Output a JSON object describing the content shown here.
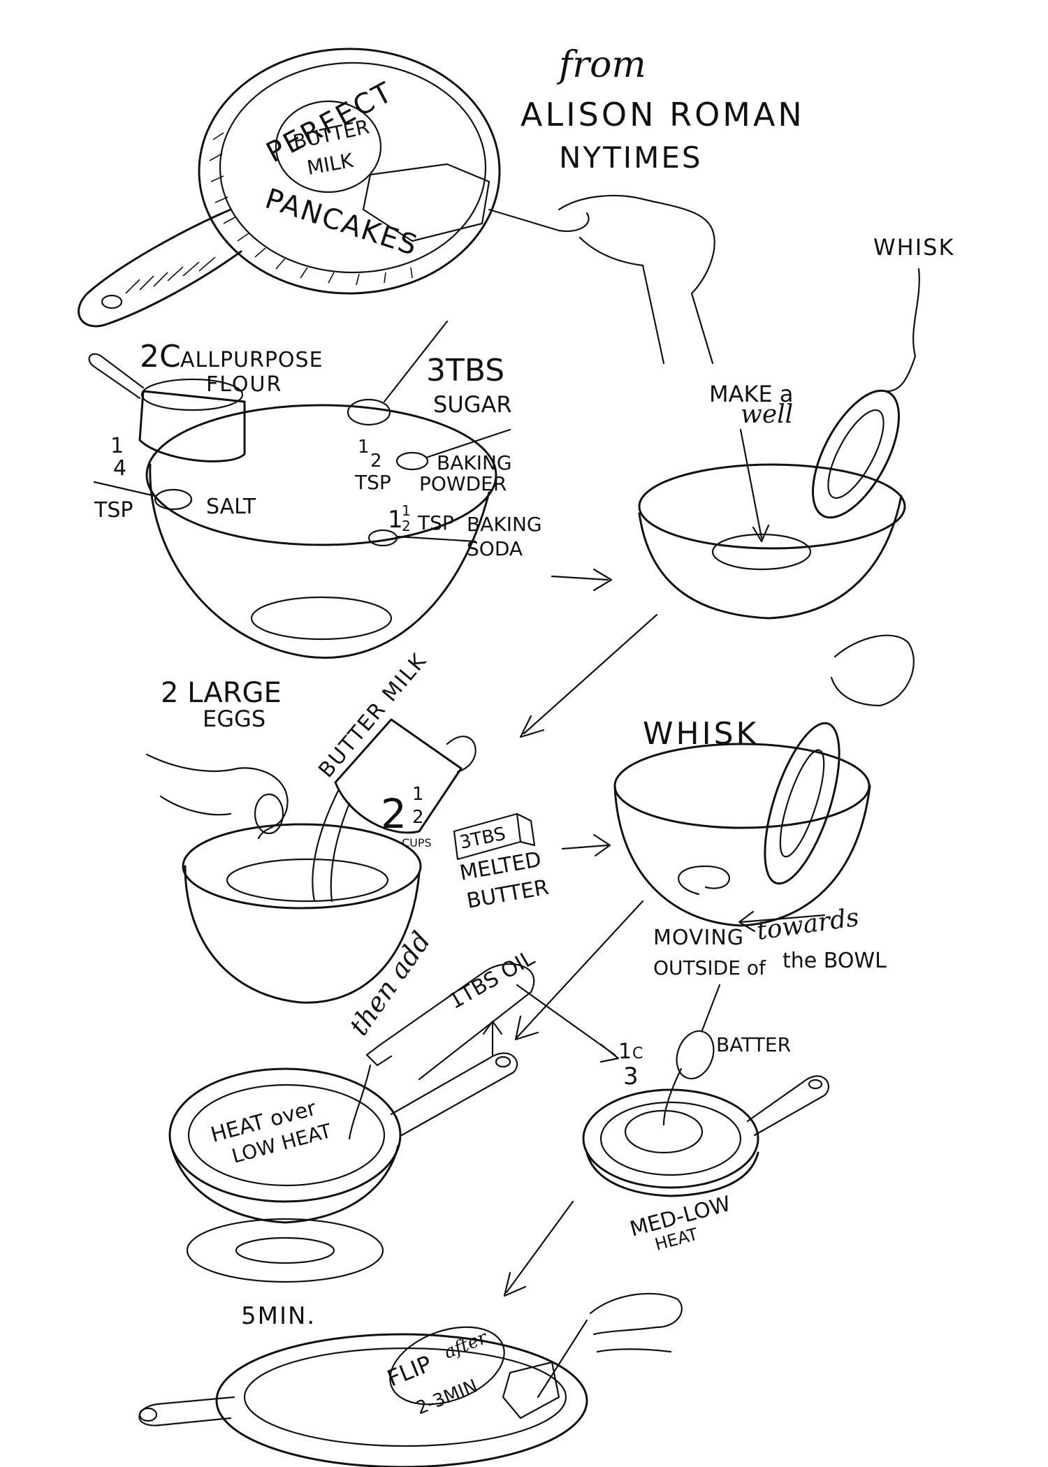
{
  "header": {
    "from_word": "from",
    "author": "ALISON ROMAN",
    "source": "NYTIMES"
  },
  "title_pan": {
    "line1": "PERFECT",
    "line2a": "BUTTER",
    "line2b": "MILK",
    "line3": "PANCAKES"
  },
  "dry_ingredients": {
    "flour_qty": "2C",
    "flour_label_a": "ALLPURPOSE",
    "flour_label_b": "FLOUR",
    "sugar_qty": "3TBS",
    "sugar_label": "SUGAR",
    "bp_qty_num": "1",
    "bp_qty_den": "2",
    "bp_unit": "TSP",
    "bp_label_a": "BAKING",
    "bp_label_b": "POWDER",
    "salt_qty_num": "1",
    "salt_qty_den": "4",
    "salt_unit": "TSP",
    "salt_label": "SALT",
    "bs_qty": "1",
    "bs_qty_num": "1",
    "bs_qty_den": "2",
    "bs_unit": "TSP",
    "bs_label_a": "BAKING",
    "bs_label_b": "SODA"
  },
  "step_well": {
    "whisk_label": "WHISK",
    "make": "MAKE a",
    "well": "well"
  },
  "wet_ingredients": {
    "eggs_a": "2 LARGE",
    "eggs_b": "EGGS",
    "buttermilk": "BUTTER MILK",
    "cups_whole": "2",
    "cups_num": "1",
    "cups_den": "2",
    "cups_unit": "CUPS",
    "butter_box": "3TBS",
    "butter_a": "MELTED",
    "butter_b": "BUTTER"
  },
  "step_whisk": {
    "whisk_label": "WHISK",
    "moving": "MOVING",
    "towards": "towards",
    "outside": "OUTSIDE of",
    "bowl": "the BOWL"
  },
  "step_oil": {
    "then_add": "then add",
    "oil": "1TBS OIL",
    "heat_a": "HEAT over",
    "heat_b": "LOW HEAT",
    "time": "5MIN."
  },
  "step_batter": {
    "qty_num": "1",
    "qty_unit": "C",
    "qty_den": "3",
    "batter": "BATTER",
    "heat_a": "MED-LOW",
    "heat_b": "HEAT"
  },
  "step_flip": {
    "flip": "FLIP",
    "after": "after",
    "time": "2-3MIN"
  }
}
